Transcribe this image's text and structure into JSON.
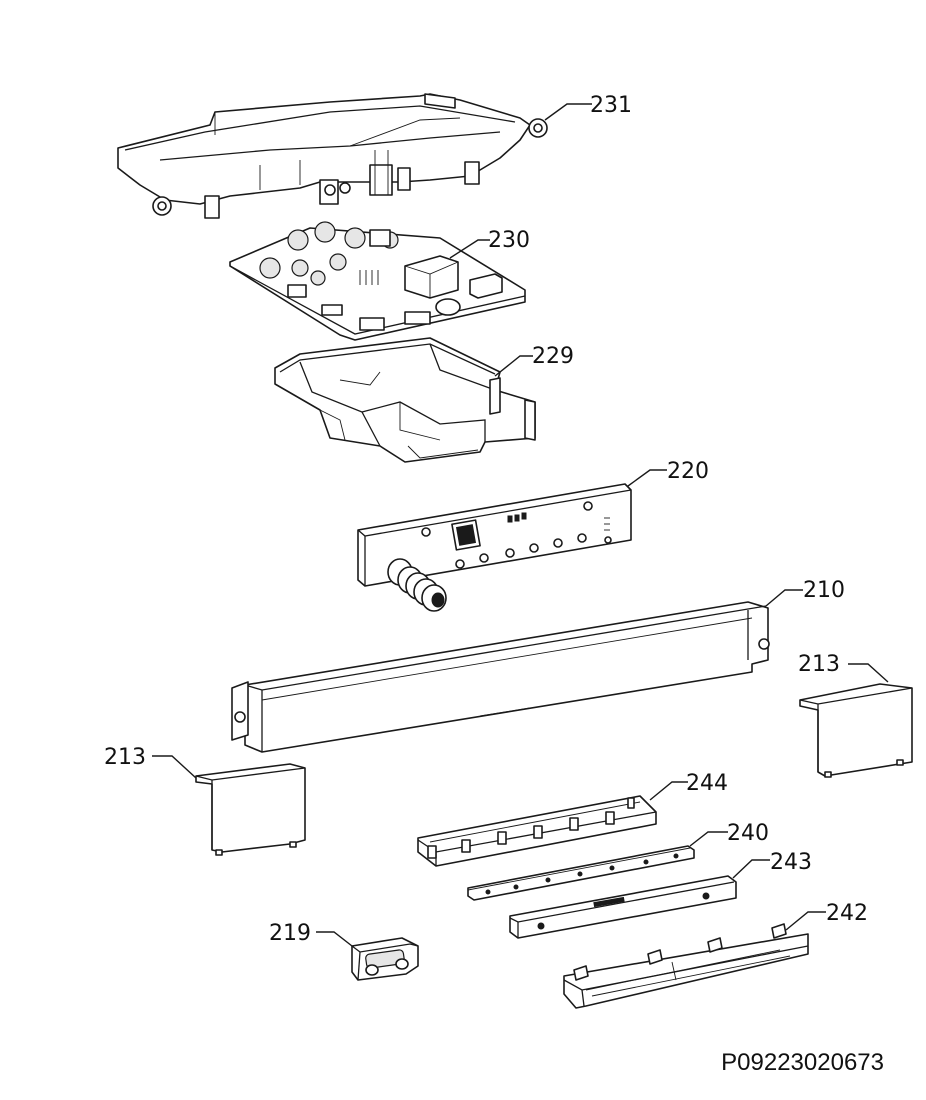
{
  "labels": {
    "p231": "231",
    "p230": "230",
    "p229": "229",
    "p220": "220",
    "p210": "210",
    "p213_right": "213",
    "p213_left": "213",
    "p244": "244",
    "p240": "240",
    "p243": "243",
    "p219": "219",
    "p242": "242"
  },
  "document_id": "P09223020673"
}
